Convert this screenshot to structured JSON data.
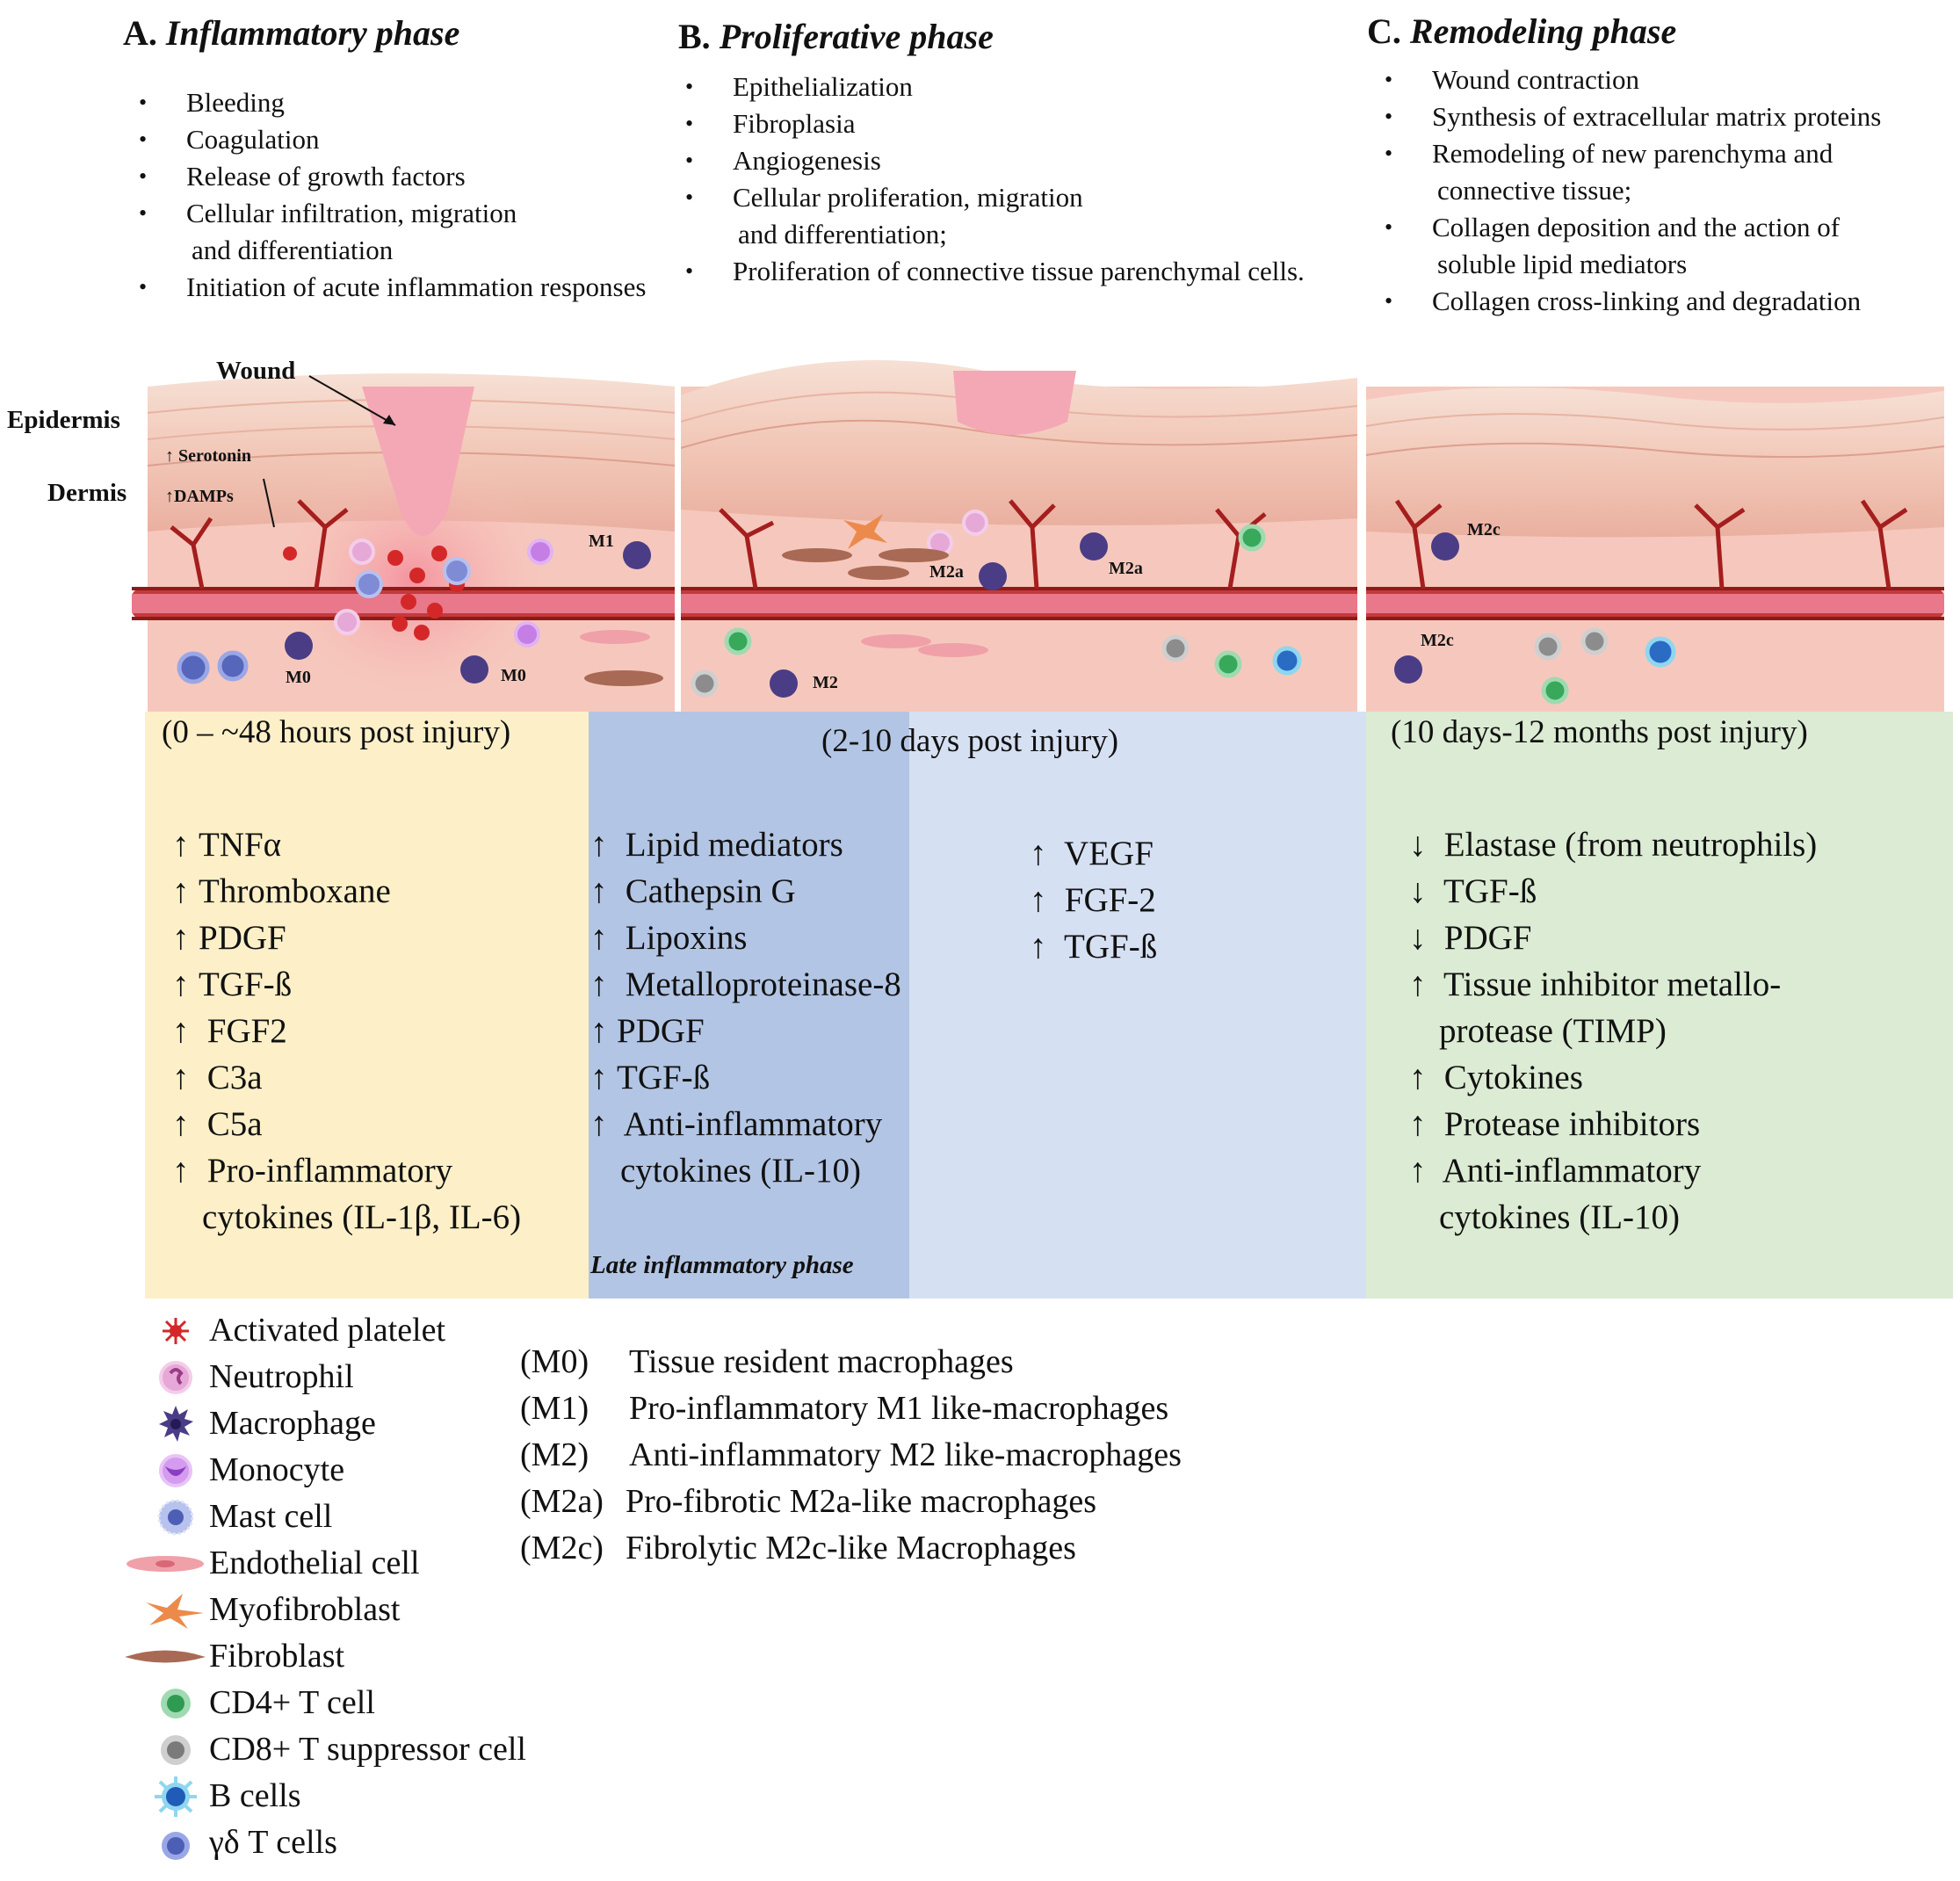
{
  "phases": [
    {
      "letter": "A.",
      "name": "Inflammatory phase",
      "bullets": [
        {
          "line1": "Bleeding"
        },
        {
          "line1": "Coagulation"
        },
        {
          "line1": "Release of growth factors"
        },
        {
          "line1": "Cellular infiltration, migration",
          "line2": "and differentiation"
        },
        {
          "line1": "Initiation of acute inflammation responses"
        }
      ],
      "timeframe": "(0 – ~48 hours post injury)",
      "factors": [
        {
          "arrow": "↑",
          "text": "TNFα"
        },
        {
          "arrow": "↑",
          "text": "Thromboxane"
        },
        {
          "arrow": "↑",
          "text": "PDGF"
        },
        {
          "arrow": "↑",
          "text": "TGF-ß"
        },
        {
          "arrow": "↑",
          "text": " FGF2"
        },
        {
          "arrow": "↑",
          "text": " C3a"
        },
        {
          "arrow": "↑",
          "text": " C5a"
        },
        {
          "arrow": "↑",
          "text": " Pro-inflammatory",
          "cont": "cytokines (IL-1β, IL-6)"
        }
      ]
    },
    {
      "letter": "B.",
      "name": "Proliferative phase",
      "bullets": [
        {
          "line1": "Epithelialization"
        },
        {
          "line1": "Fibroplasia"
        },
        {
          "line1": "Angiogenesis"
        },
        {
          "line1": "Cellular proliferation, migration",
          "line2": "and differentiation;"
        },
        {
          "line1": "Proliferation of connective tissue parenchymal cells."
        }
      ],
      "timeframe": "(2-10 days post injury)",
      "late_factors": [
        {
          "arrow": "↑",
          "text": " Lipid mediators"
        },
        {
          "arrow": "↑",
          "text": " Cathepsin G"
        },
        {
          "arrow": "↑",
          "text": " Lipoxins"
        },
        {
          "arrow": "↑",
          "text": " Metalloproteinase-8"
        },
        {
          "arrow": "↑",
          "text": "PDGF"
        },
        {
          "arrow": "↑",
          "text": "TGF-ß"
        },
        {
          "arrow": "↑",
          "text": " Anti-inflammatory",
          "cont": "cytokines (IL-10)"
        }
      ],
      "late_label": "Late inflammatory phase",
      "factors": [
        {
          "arrow": "↑",
          "text": " VEGF"
        },
        {
          "arrow": "↑",
          "text": " FGF-2"
        },
        {
          "arrow": "↑",
          "text": " TGF-ß"
        }
      ]
    },
    {
      "letter": "C.",
      "name": "Remodeling phase",
      "bullets": [
        {
          "line1": "Wound contraction"
        },
        {
          "line1": "Synthesis of extracellular matrix proteins"
        },
        {
          "line1": "Remodeling of new parenchyma and",
          "line2": "connective tissue;"
        },
        {
          "line1": "Collagen deposition and the action of",
          "line2": "soluble lipid mediators"
        },
        {
          "line1": "Collagen cross-linking and degradation"
        }
      ],
      "timeframe": "(10 days-12 months post injury)",
      "factors": [
        {
          "arrow": "↓",
          "text": " Elastase (from neutrophils)"
        },
        {
          "arrow": "↓",
          "text": " TGF-ß"
        },
        {
          "arrow": "↓",
          "text": " PDGF"
        },
        {
          "arrow": "↑",
          "text": " Tissue inhibitor metallo-",
          "cont": "protease (TIMP)"
        },
        {
          "arrow": "↑",
          "text": " Cytokines"
        },
        {
          "arrow": "↑",
          "text": " Protease inhibitors"
        },
        {
          "arrow": "↑",
          "text": " Anti-inflammatory",
          "cont": "cytokines (IL-10)"
        }
      ]
    }
  ],
  "illustration": {
    "wound": "Wound",
    "epidermis": "Epidermis",
    "dermis": "Dermis",
    "serotonin": "↑ Serotonin",
    "damps": "↑DAMPs",
    "macrophage_labels": [
      "M0",
      "M0",
      "M1",
      "M2a",
      "M2a",
      "M2",
      "M2c",
      "M2c"
    ]
  },
  "legend": [
    {
      "icon": "activated-platelet",
      "label": "Activated platelet"
    },
    {
      "icon": "neutrophil",
      "label": "Neutrophil"
    },
    {
      "icon": "macrophage",
      "label": "Macrophage"
    },
    {
      "icon": "monocyte",
      "label": "Monocyte"
    },
    {
      "icon": "mast-cell",
      "label": "Mast cell"
    },
    {
      "icon": "endothelial-cell",
      "label": "Endothelial cell"
    },
    {
      "icon": "myofibroblast",
      "label": "Myofibroblast"
    },
    {
      "icon": "fibroblast",
      "label": "Fibroblast"
    },
    {
      "icon": "cd4-t-cell",
      "label": "CD4+ T cell"
    },
    {
      "icon": "cd8-t-suppressor-cell",
      "label": "CD8+ T suppressor cell"
    },
    {
      "icon": "b-cell",
      "label": "B cells"
    },
    {
      "icon": "gamma-delta-t-cell",
      "label": "γδ T cells"
    }
  ],
  "macrophage_types": [
    {
      "code": "(M0)",
      "desc": "Tissue resident macrophages"
    },
    {
      "code": "(M1)",
      "desc": "Pro-inflammatory M1 like-macrophages"
    },
    {
      "code": "(M2)",
      "desc": "Anti-inflammatory M2 like-macrophages"
    },
    {
      "code": "(M2a)",
      "desc": "Pro-fibrotic M2a-like macrophages"
    },
    {
      "code": "(M2c)",
      "desc": "Fibrolytic M2c-like Macrophages"
    }
  ],
  "colors": {
    "inflammatory_band": "#fdf0c8",
    "late_inflammatory_band": "#b3c5e4",
    "proliferative_band": "#d6e0f3",
    "remodeling_band": "#dcebd3",
    "dermis": "#f6c8bd",
    "epidermis": "#f3d2c4",
    "wound": "#f4a8b5",
    "vessel": "#a51e1e"
  }
}
